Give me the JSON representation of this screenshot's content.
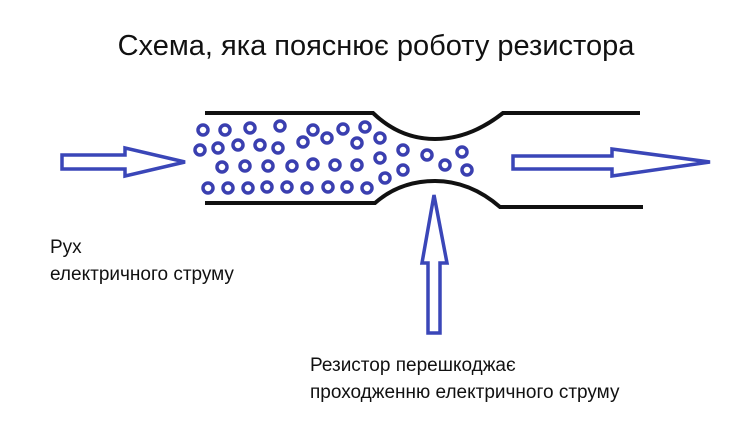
{
  "title": "Схема, яка пояснює роботу резистора",
  "label_current": [
    "Рух",
    "електричного струму"
  ],
  "label_resistor": [
    "Резистор перешкоджає",
    "проходженню електричного струму"
  ],
  "colors": {
    "arrow": "#3a46b8",
    "wall": "#111111",
    "particle": "#3a3fb0"
  }
}
